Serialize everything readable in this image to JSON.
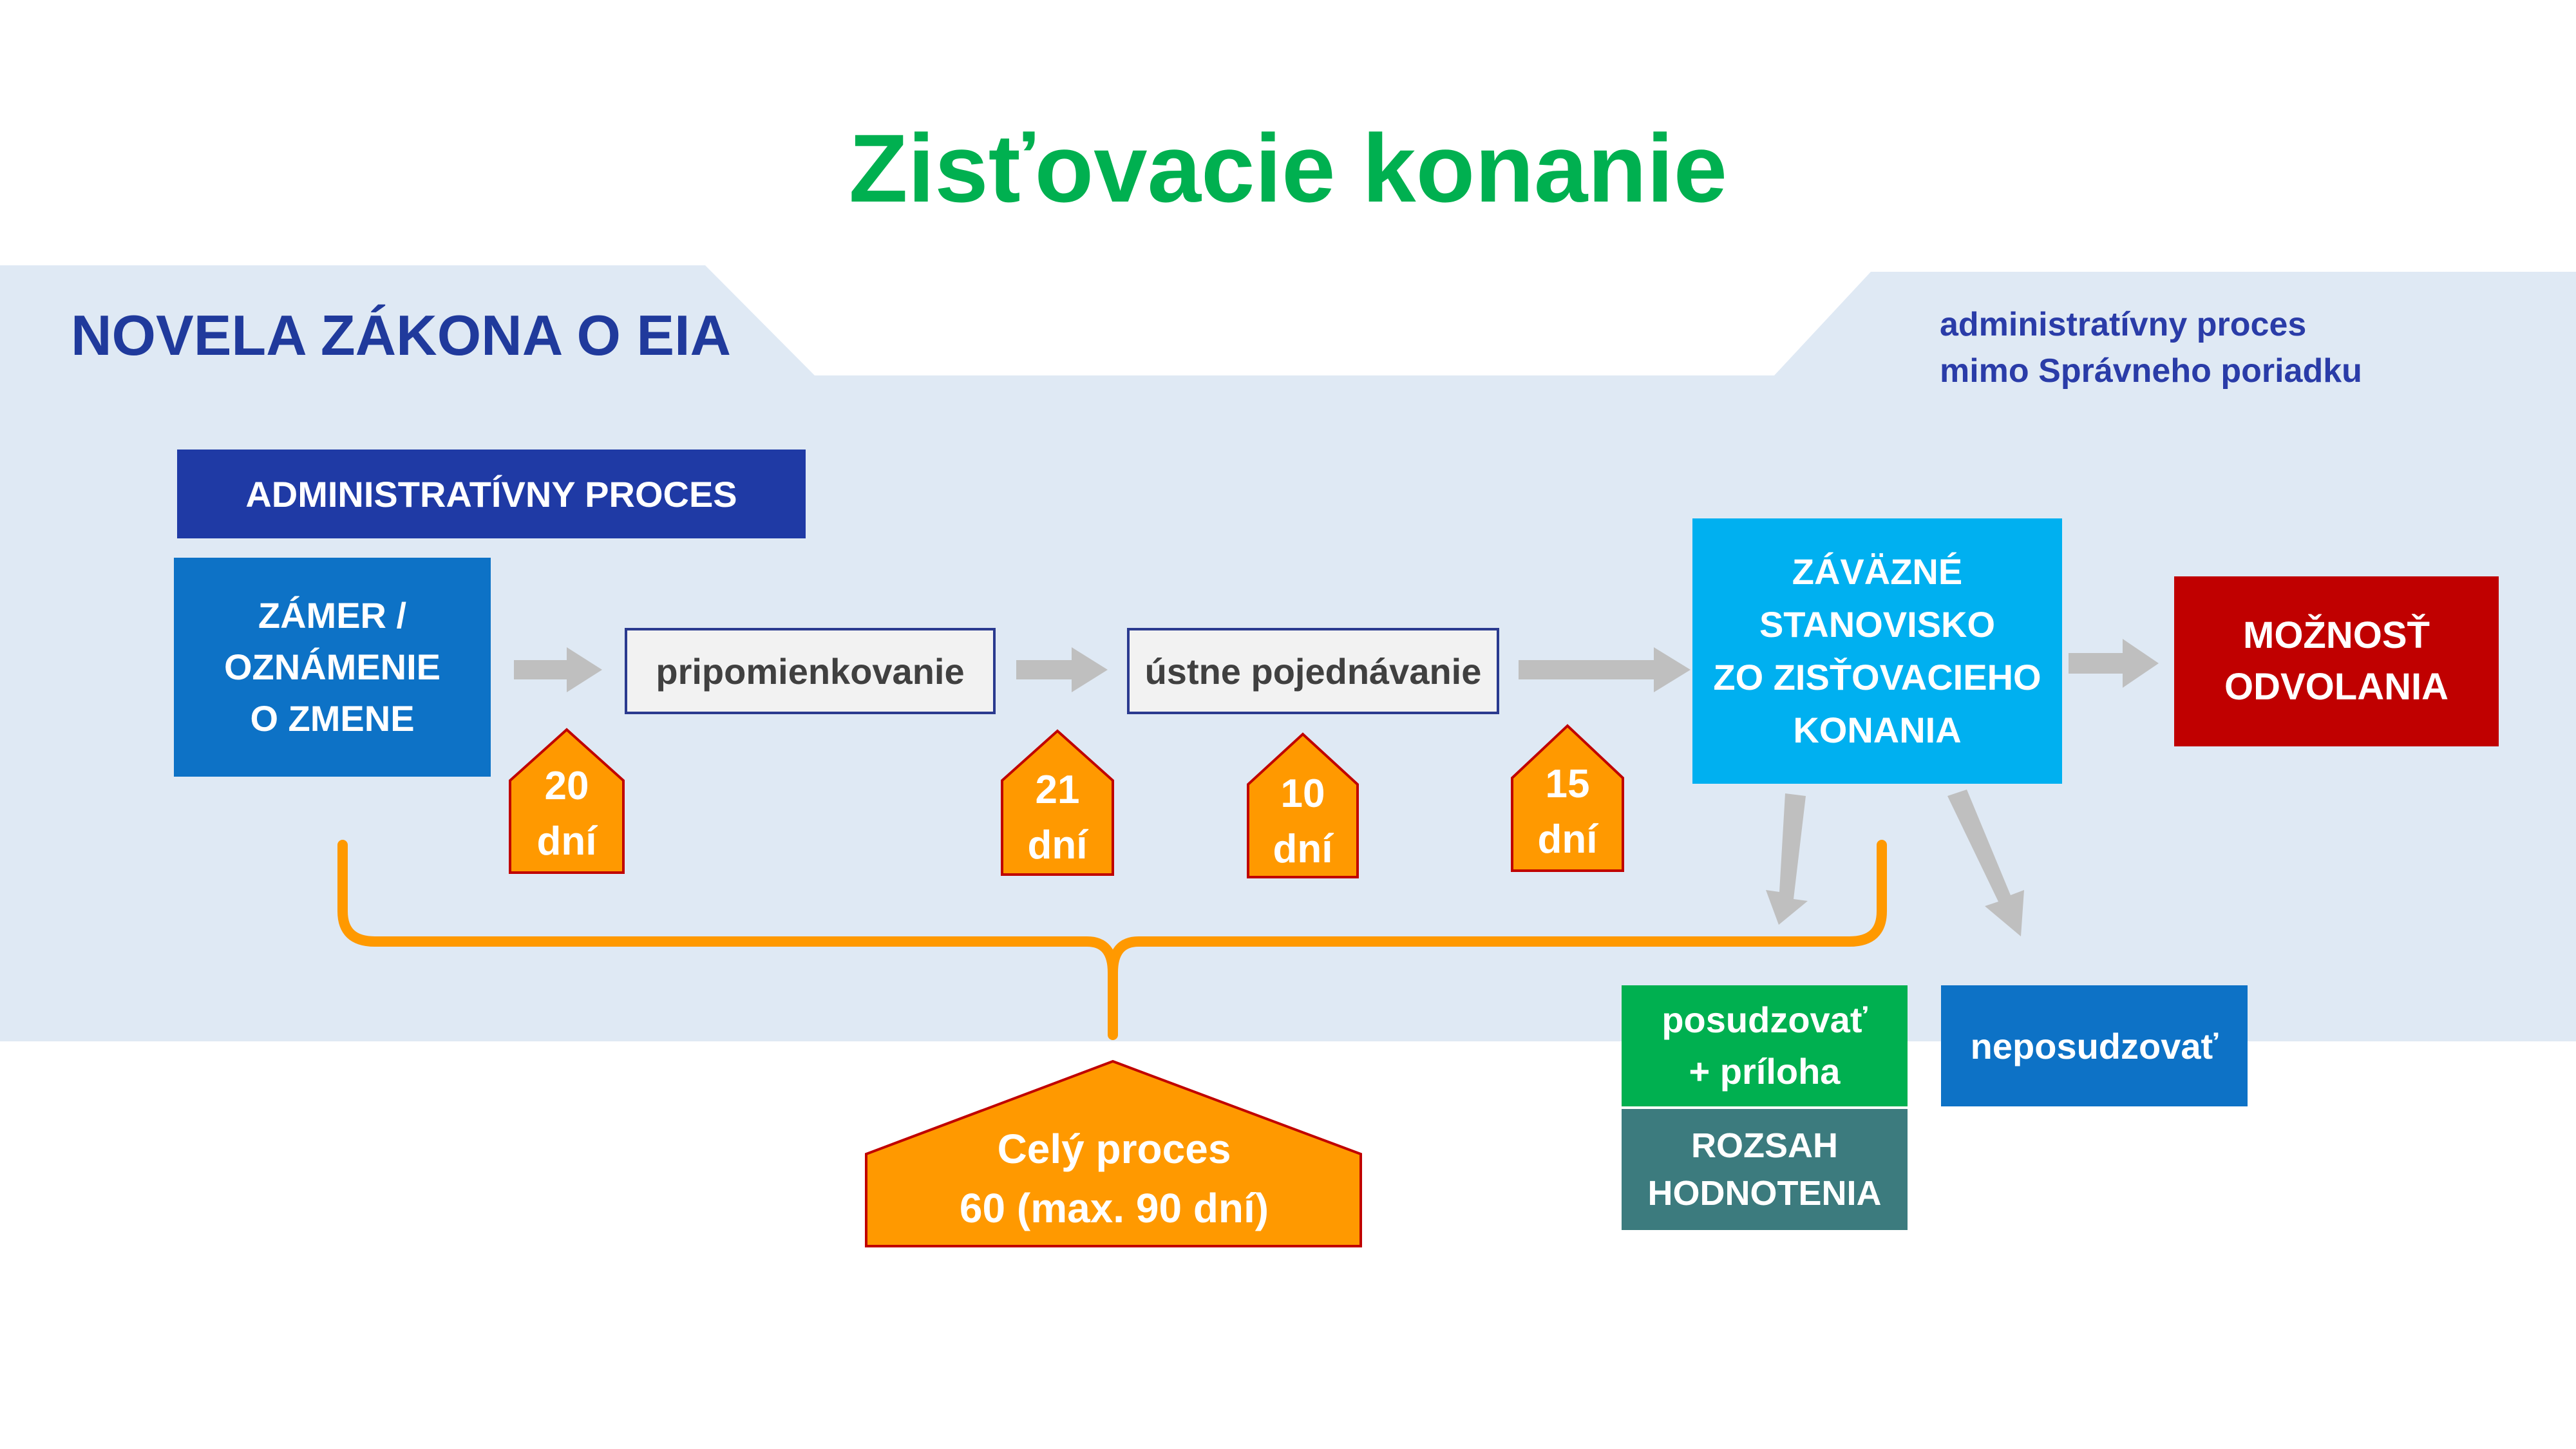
{
  "title": "Zisťovacie konanie",
  "section_title": "NOVELA ZÁKONA O EIA",
  "note": "administratívny proces\nmimo Správneho poriadku",
  "admin_header": "ADMINISTRATÍVNY  PROCES",
  "steps": {
    "zamer": "ZÁMER /\nOZNÁMENIE\nO ZMENE",
    "pripomienkovanie": "pripomienkovanie",
    "ustne": "ústne pojednávanie",
    "zavazne": "ZÁVÄZNÉ\nSTANOVISKO\nZO ZISŤOVACIEHO\nKONANIA",
    "moznost": "MOŽNOSŤ\nODVOLANIA"
  },
  "durations": [
    "20\ndní",
    "21\ndní",
    "10\ndní",
    "15\ndní"
  ],
  "whole_process": "Celý proces\n60 (max. 90 dní)",
  "outcomes": {
    "posudzovat": "posudzovať\n+ príloha",
    "rozsah": "ROZSAH\nHODNOTENIA",
    "neposudzovat": "neposudzovať"
  },
  "colors": {
    "title": "#00b050",
    "band": "#dfe9f4",
    "dark_blue": "#1f3aa5",
    "blue": "#0d72c6",
    "cyan": "#00b0f0",
    "red": "#c00000",
    "orange": "#ff9900",
    "green": "#00b050",
    "teal": "#3c7b7e",
    "arrow": "#bfbfbf"
  }
}
